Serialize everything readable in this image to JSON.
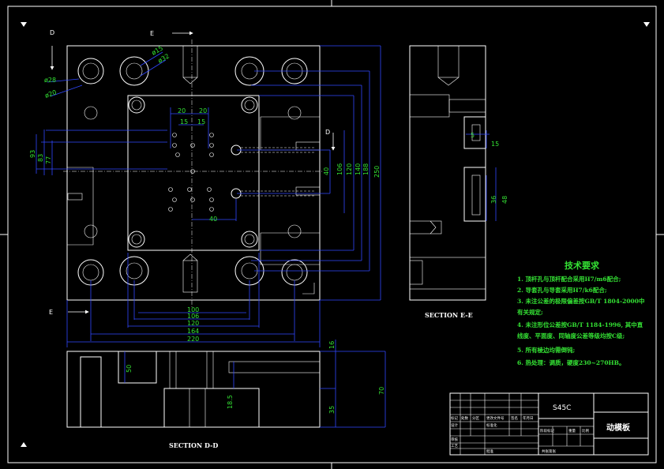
{
  "view_labels": {
    "section_d_top": "D",
    "section_d_side": "D",
    "section_e_top": "E",
    "section_e_side": "E",
    "section_ee_title": "SECTION E-E",
    "section_dd_title": "SECTION D-D"
  },
  "dimensions": {
    "hole_dia_15": "ø15",
    "hole_dia_32": "ø32",
    "hole_dia_28": "ø28",
    "hole_dia_20": "ø20",
    "d_20a": "20",
    "d_20b": "20",
    "d_15a": "15",
    "d_15b": "15",
    "d_93": "93",
    "d_83": "83",
    "d_77": "77",
    "d_40v": "40",
    "d_106v": "106",
    "d_120v": "120",
    "d_140v": "140",
    "d_188v": "188",
    "d_250v": "250",
    "d_40h": "40",
    "d_100h": "100",
    "d_106h": "106",
    "d_120h": "120",
    "d_164h": "164",
    "d_220h": "220",
    "d_16": "16",
    "d_50": "50",
    "d_18_5": "18.5",
    "d_70": "70",
    "d_35": "35",
    "ee_5": "5",
    "ee_15": "15",
    "ee_36": "36",
    "ee_48": "48"
  },
  "tech_requirements": {
    "title": "技术要求",
    "items": [
      "1. 顶杆孔与顶杆配合采用H7/m6配合;",
      "2. 导套孔与导套采用H7/k6配合;",
      "3. 未注公差的极限偏差按GB/T 1804-2000中",
      "   有关规定;",
      "4. 未注形位公差按GB/T 1184-1996, 其中直",
      "   线度、平面度、同轴度公差等级均按C级;",
      "5. 所有棱边均需倒钝;",
      "6. 热处理：调质，硬度230~270HB。"
    ]
  },
  "title_block": {
    "material": "S45C",
    "part_name": "动模板",
    "cell_labels": [
      "标记",
      "处数",
      "分区",
      "更改文件号",
      "签名",
      "年月日",
      "设计",
      "标准化",
      "审核",
      "工艺",
      "批准",
      "阶段标记",
      "重量",
      "比例",
      "共张第张"
    ]
  }
}
